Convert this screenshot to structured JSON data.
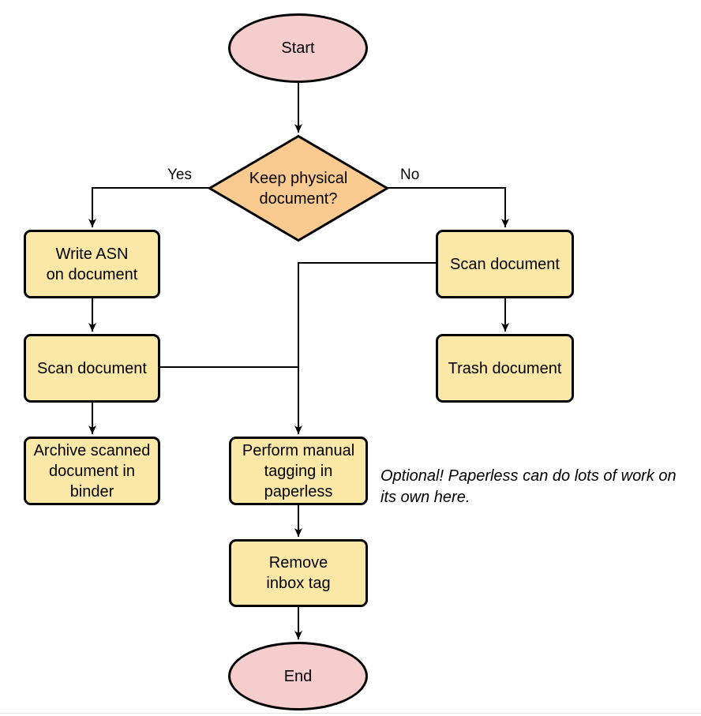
{
  "colors": {
    "terminal_fill": "#f6cdcd",
    "process_fill": "#fce8a6",
    "decision_fill": "#fbca90",
    "stroke": "#000000",
    "background": "#ffffff"
  },
  "nodes": {
    "start": {
      "label": "Start",
      "type": "terminal"
    },
    "decision": {
      "label": "Keep physical\ndocument?",
      "type": "decision"
    },
    "write_asn": {
      "label": "Write ASN\non document",
      "type": "process"
    },
    "scan_left": {
      "label": "Scan document",
      "type": "process"
    },
    "archive": {
      "label": "Archive scanned\ndocument in\nbinder",
      "type": "process"
    },
    "scan_right": {
      "label": "Scan document",
      "type": "process"
    },
    "trash": {
      "label": "Trash document",
      "type": "process"
    },
    "tagging": {
      "label": "Perform manual\ntagging in\npaperless",
      "type": "process"
    },
    "remove_inbox": {
      "label": "Remove\ninbox tag",
      "type": "process"
    },
    "end": {
      "label": "End",
      "type": "terminal"
    }
  },
  "edge_labels": {
    "yes": "Yes",
    "no": "No"
  },
  "note": {
    "text": "Optional! Paperless can do lots of work on\nits own here."
  }
}
